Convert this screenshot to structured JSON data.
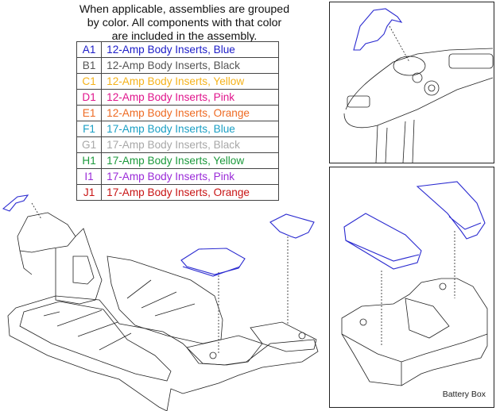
{
  "note": {
    "lines": [
      "When applicable, assemblies are grouped",
      "by color. All components with that color",
      "are included in the assembly."
    ]
  },
  "legend": [
    {
      "code": "A1",
      "desc": "12-Amp Body Inserts, Blue",
      "color": "#1c1cc8"
    },
    {
      "code": "B1",
      "desc": "12-Amp Body Inserts, Black",
      "color": "#555555"
    },
    {
      "code": "C1",
      "desc": "12-Amp Body Inserts, Yellow",
      "color": "#f5b21a"
    },
    {
      "code": "D1",
      "desc": "12-Amp Body Inserts, Pink",
      "color": "#e0148c"
    },
    {
      "code": "E1",
      "desc": "12-Amp Body Inserts, Orange",
      "color": "#ee6a22"
    },
    {
      "code": "F1",
      "desc": "17-Amp Body Inserts, Blue",
      "color": "#1a9fc4"
    },
    {
      "code": "G1",
      "desc": "17-Amp Body Inserts, Black",
      "color": "#a8a8a8"
    },
    {
      "code": "H1",
      "desc": "17-Amp Body Inserts, Yellow",
      "color": "#1c9a3c"
    },
    {
      "code": "I1",
      "desc": "17-Amp Body Inserts, Pink",
      "color": "#9a2ad8"
    },
    {
      "code": "J1",
      "desc": "17-Amp Body Inserts, Orange",
      "color": "#c81414"
    }
  ],
  "battery_box": {
    "label": "Battery Box"
  },
  "colors": {
    "part_highlight": "#2a2ad0",
    "line_art": "#222222"
  }
}
